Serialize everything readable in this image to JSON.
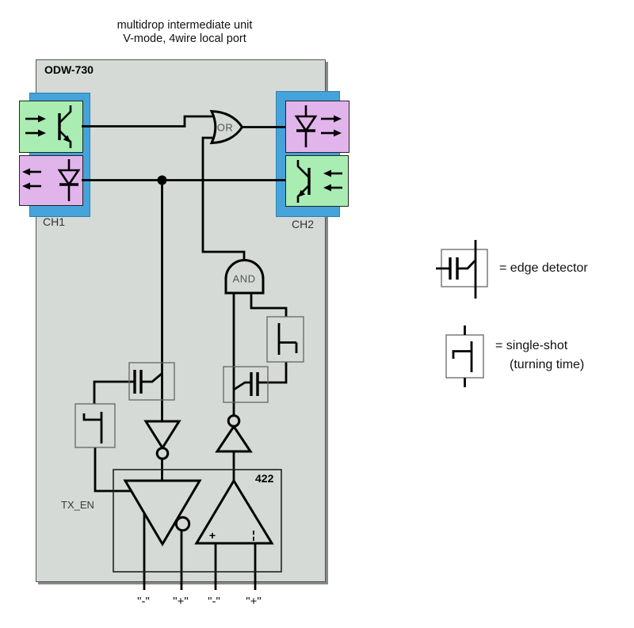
{
  "title": {
    "line1": "multidrop intermediate unit",
    "line2": "V-mode, 4wire local port"
  },
  "unit": {
    "name": "ODW-730"
  },
  "channels": {
    "ch1": "CH1",
    "ch2": "CH2"
  },
  "gates": {
    "or": "OR",
    "and": "AND"
  },
  "driver_block": {
    "label": "422",
    "tx_enable": "TX_EN",
    "rx_plus": "+",
    "rx_minus": "¦"
  },
  "terminals": [
    "\"-\"",
    "\"+\"",
    "\"-\"",
    "\"+\""
  ],
  "legend": {
    "edge_detector": "= edge detector",
    "single_shot_line1": "= single-shot",
    "single_shot_line2": "(turning time)"
  },
  "colors": {
    "unit_fill": "#d5dad6",
    "port_blue": "#45a3da",
    "receiver_green": "#a9edb2",
    "transmitter_purple": "#e2b4ec",
    "wire": "#000000"
  }
}
